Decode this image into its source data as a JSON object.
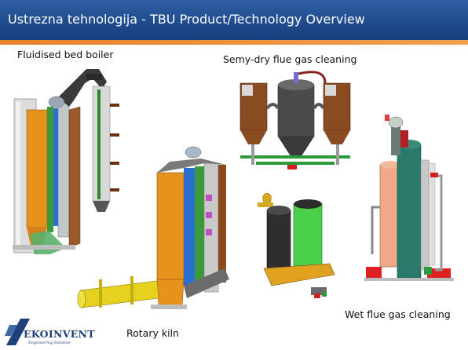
{
  "slide": {
    "title": "Ustrezna tehnologija - TBU Product/Technology Overview"
  },
  "captions": {
    "fluidised_bed_boiler": "Fluidised bed boiler",
    "semi_dry_flue_gas_cleaning": "Semy-dry flue gas cleaning",
    "rotary_kiln": "Rotary kiln",
    "wet_flue_gas_cleaning": "Wet flue gas cleaning"
  },
  "logo": {
    "wordmark": "EKOINVENT",
    "tagline": "Engineering Solution"
  },
  "colors": {
    "header_blue": "#1f4c8f",
    "accent_orange": "#e8822c",
    "text": "#111111",
    "logo_blue": "#1f3f7a"
  },
  "icons": {
    "boiler": "fluidised-bed-boiler-illustration",
    "kiln": "rotary-kiln-illustration",
    "semi_dry": "semi-dry-scrubber-illustration",
    "dry": "dry-scrubber-illustration",
    "wet": "wet-scrubber-illustration",
    "logo_mark": "ekoinvent-logo-icon"
  }
}
